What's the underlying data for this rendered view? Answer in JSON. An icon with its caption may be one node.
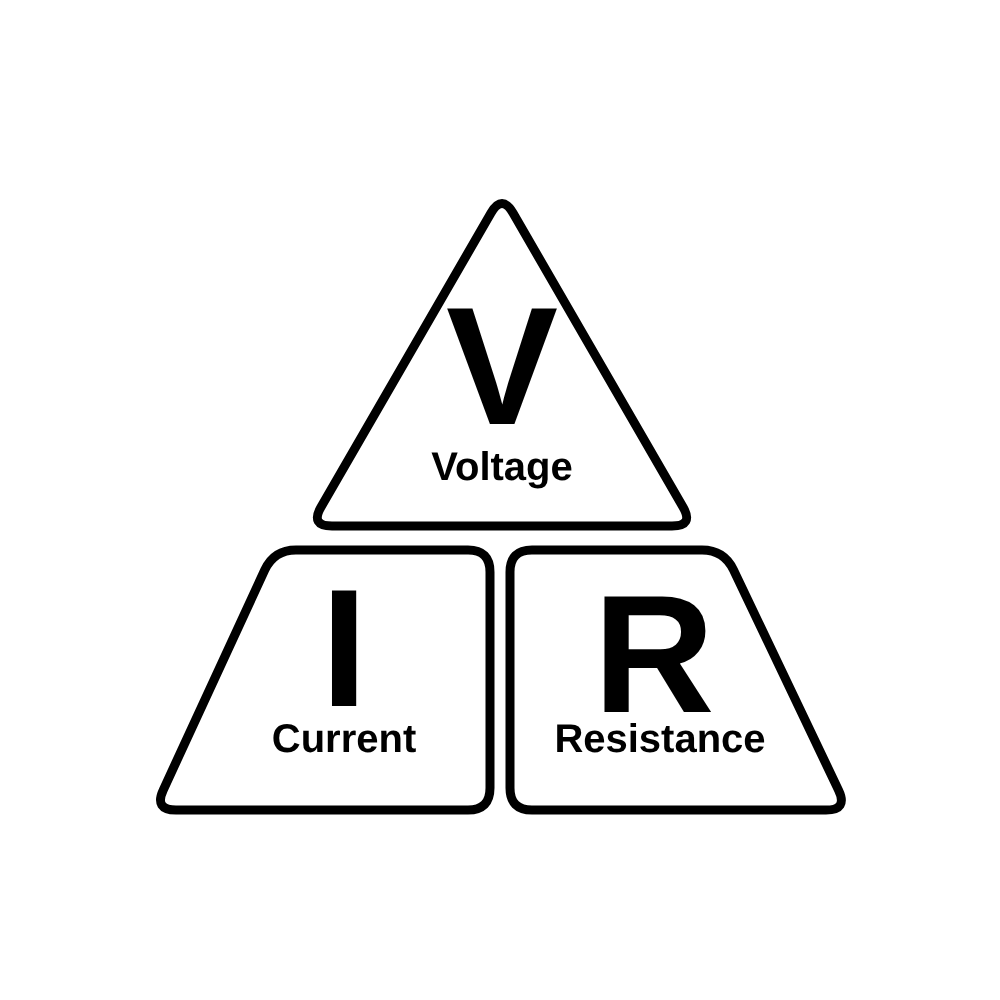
{
  "diagram": {
    "nodes": [
      {
        "text": [
          "V",
          "Voltage"
        ]
      },
      {
        "text": [
          "I",
          "Current"
        ]
      },
      {
        "text": [
          "R",
          "Resistance"
        ]
      }
    ]
  }
}
